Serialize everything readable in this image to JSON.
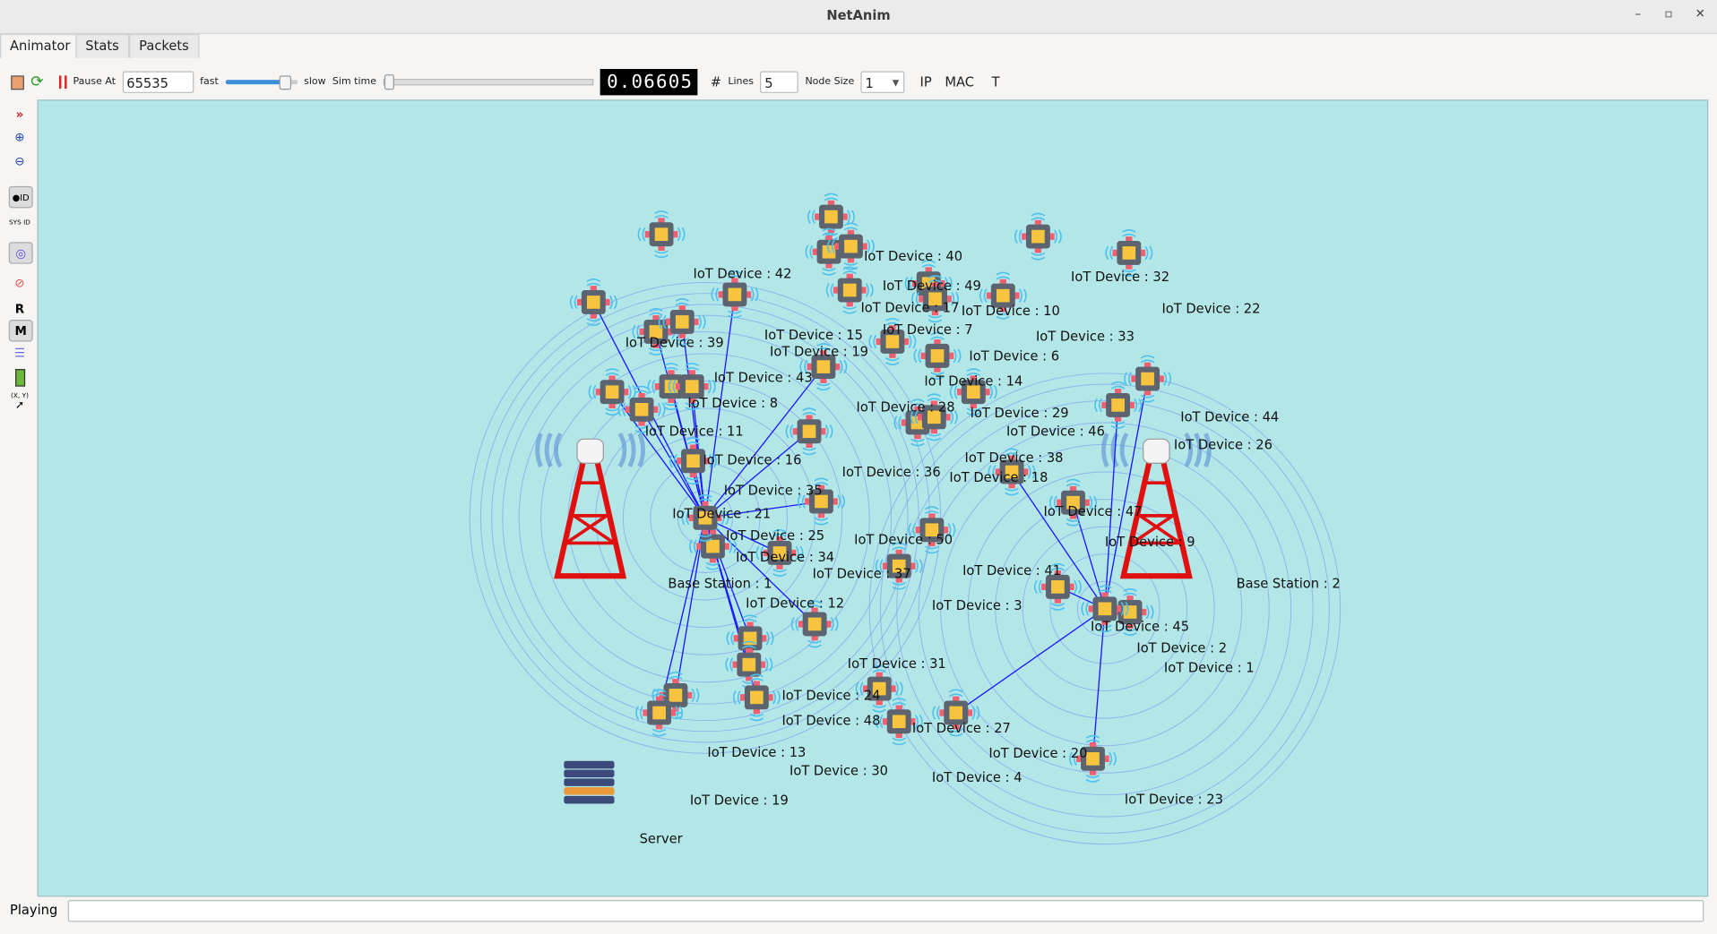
{
  "window": {
    "title": "NetAnim",
    "minimize": "–",
    "maximize": "▫",
    "close": "✕"
  },
  "tabs": [
    {
      "label": "Animator"
    },
    {
      "label": "Stats"
    },
    {
      "label": "Packets"
    }
  ],
  "toolbar": {
    "pause_at_label": "Pause At",
    "pause_at_value": "65535",
    "fast_label": "fast",
    "slow_label": "slow",
    "speed_fraction": 0.82,
    "sim_time_label": "Sim time",
    "sim_time_fraction": 0.0,
    "sim_time_value": "0.06605",
    "grid_icon": "#",
    "lines_label": "Lines",
    "lines_value": "5",
    "node_size_label": "Node Size",
    "node_size_value": "1",
    "ip_label": "IP",
    "mac_label": "MAC",
    "t_label": "T"
  },
  "sidebar": {
    "r_label": "R",
    "m_label": "M",
    "sysid_label": "SYS ID",
    "xy_label": "(X, Y)"
  },
  "canvas": {
    "base_stations": [
      "Base Station : 1",
      "Base Station : 2"
    ],
    "server": "Server",
    "device_labels": [
      "IoT Device : 42",
      "IoT Device : 40",
      "IoT Device : 49",
      "IoT Device : 17",
      "IoT Device : 32",
      "IoT Device : 22",
      "IoT Device : 39",
      "IoT Device : 15",
      "IoT Device : 19",
      "IoT Device : 7",
      "IoT Device : 10",
      "IoT Device : 6",
      "IoT Device : 33",
      "IoT Device : 43",
      "IoT Device : 8",
      "IoT Device : 14",
      "IoT Device : 29",
      "IoT Device : 28",
      "IoT Device : 44",
      "IoT Device : 11",
      "IoT Device : 16",
      "IoT Device : 35",
      "IoT Device : 46",
      "IoT Device : 26",
      "IoT Device : 21",
      "IoT Device : 38",
      "IoT Device : 18",
      "IoT Device : 36",
      "IoT Device : 25",
      "IoT Device : 47",
      "IoT Device : 9",
      "IoT Device : 50",
      "IoT Device : 34",
      "IoT Device : 41",
      "IoT Device : 12",
      "IoT Device : 37",
      "IoT Device : 3",
      "IoT Device : 45",
      "IoT Device : 2",
      "IoT Device : 1",
      "IoT Device : 31",
      "IoT Device : 24",
      "IoT Device : 48",
      "IoT Device : 27",
      "IoT Device : 13",
      "IoT Device : 30",
      "IoT Device : 19",
      "IoT Device : 20",
      "IoT Device : 4",
      "IoT Device : 23"
    ]
  },
  "status": {
    "label": "Playing",
    "value": ""
  },
  "colors": {
    "canvas": "#b3e7e7",
    "link": "#1a1aff",
    "ring": "#7fa0ee",
    "device": "#5c6470",
    "chip": "#f7c440"
  }
}
